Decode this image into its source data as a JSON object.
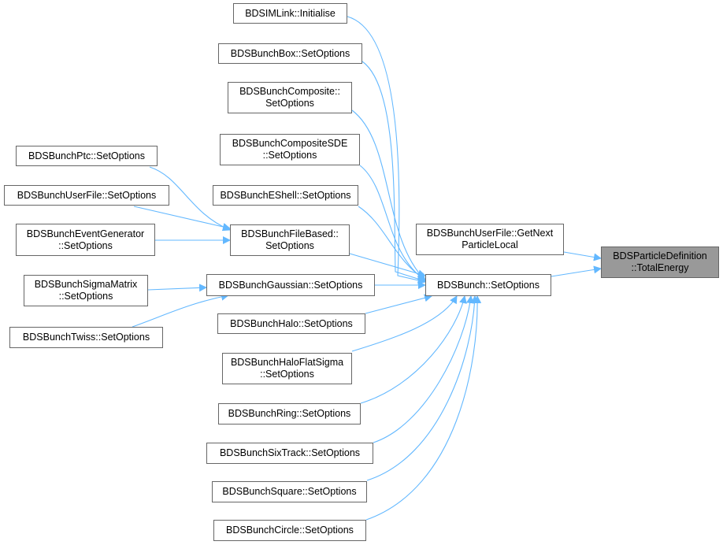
{
  "colors": {
    "edge": "#63b8ff",
    "node_border": "#666666",
    "node_fill": "#ffffff",
    "root_fill": "#999999"
  },
  "nodes": {
    "root": "BDSParticleDefinition\n::TotalEnergy",
    "bunch_setoptions": "BDSBunch::SetOptions",
    "userfile_getnext": "BDSBunchUserFile::GetNext\nParticleLocal",
    "simlink_init": "BDSIMLink::Initialise",
    "box": "BDSBunchBox::SetOptions",
    "composite": "BDSBunchComposite::\nSetOptions",
    "composite_sde": "BDSBunchCompositeSDE\n::SetOptions",
    "eshell": "BDSBunchEShell::SetOptions",
    "filebased": "BDSBunchFileBased::\nSetOptions",
    "gaussian": "BDSBunchGaussian::SetOptions",
    "halo": "BDSBunchHalo::SetOptions",
    "halo_flat": "BDSBunchHaloFlatSigma\n::SetOptions",
    "ring": "BDSBunchRing::SetOptions",
    "sixtrack": "BDSBunchSixTrack::SetOptions",
    "square": "BDSBunchSquare::SetOptions",
    "circle": "BDSBunchCircle::SetOptions",
    "ptc": "BDSBunchPtc::SetOptions",
    "userfile_set": "BDSBunchUserFile::SetOptions",
    "eventgen": "BDSBunchEventGenerator\n::SetOptions",
    "sigmamatrix": "BDSBunchSigmaMatrix\n::SetOptions",
    "twiss": "BDSBunchTwiss::SetOptions"
  }
}
